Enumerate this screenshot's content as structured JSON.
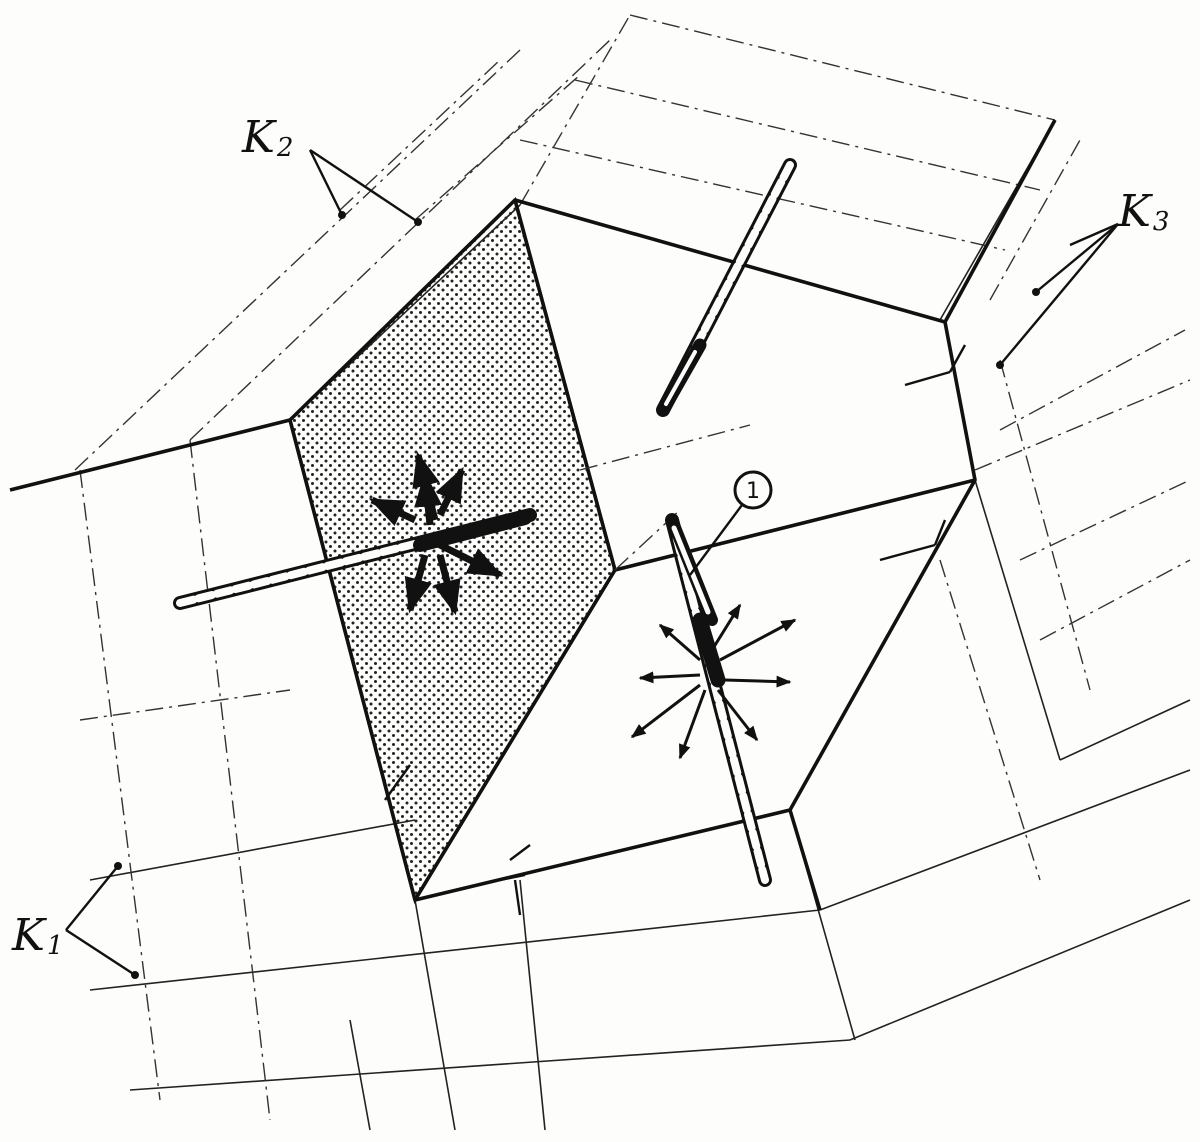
{
  "labels": {
    "k1": {
      "main": "K",
      "sub": "1"
    },
    "k2": {
      "main": "K",
      "sub": "2"
    },
    "k3": {
      "main": "K",
      "sub": "3"
    },
    "callout_1": "1"
  }
}
